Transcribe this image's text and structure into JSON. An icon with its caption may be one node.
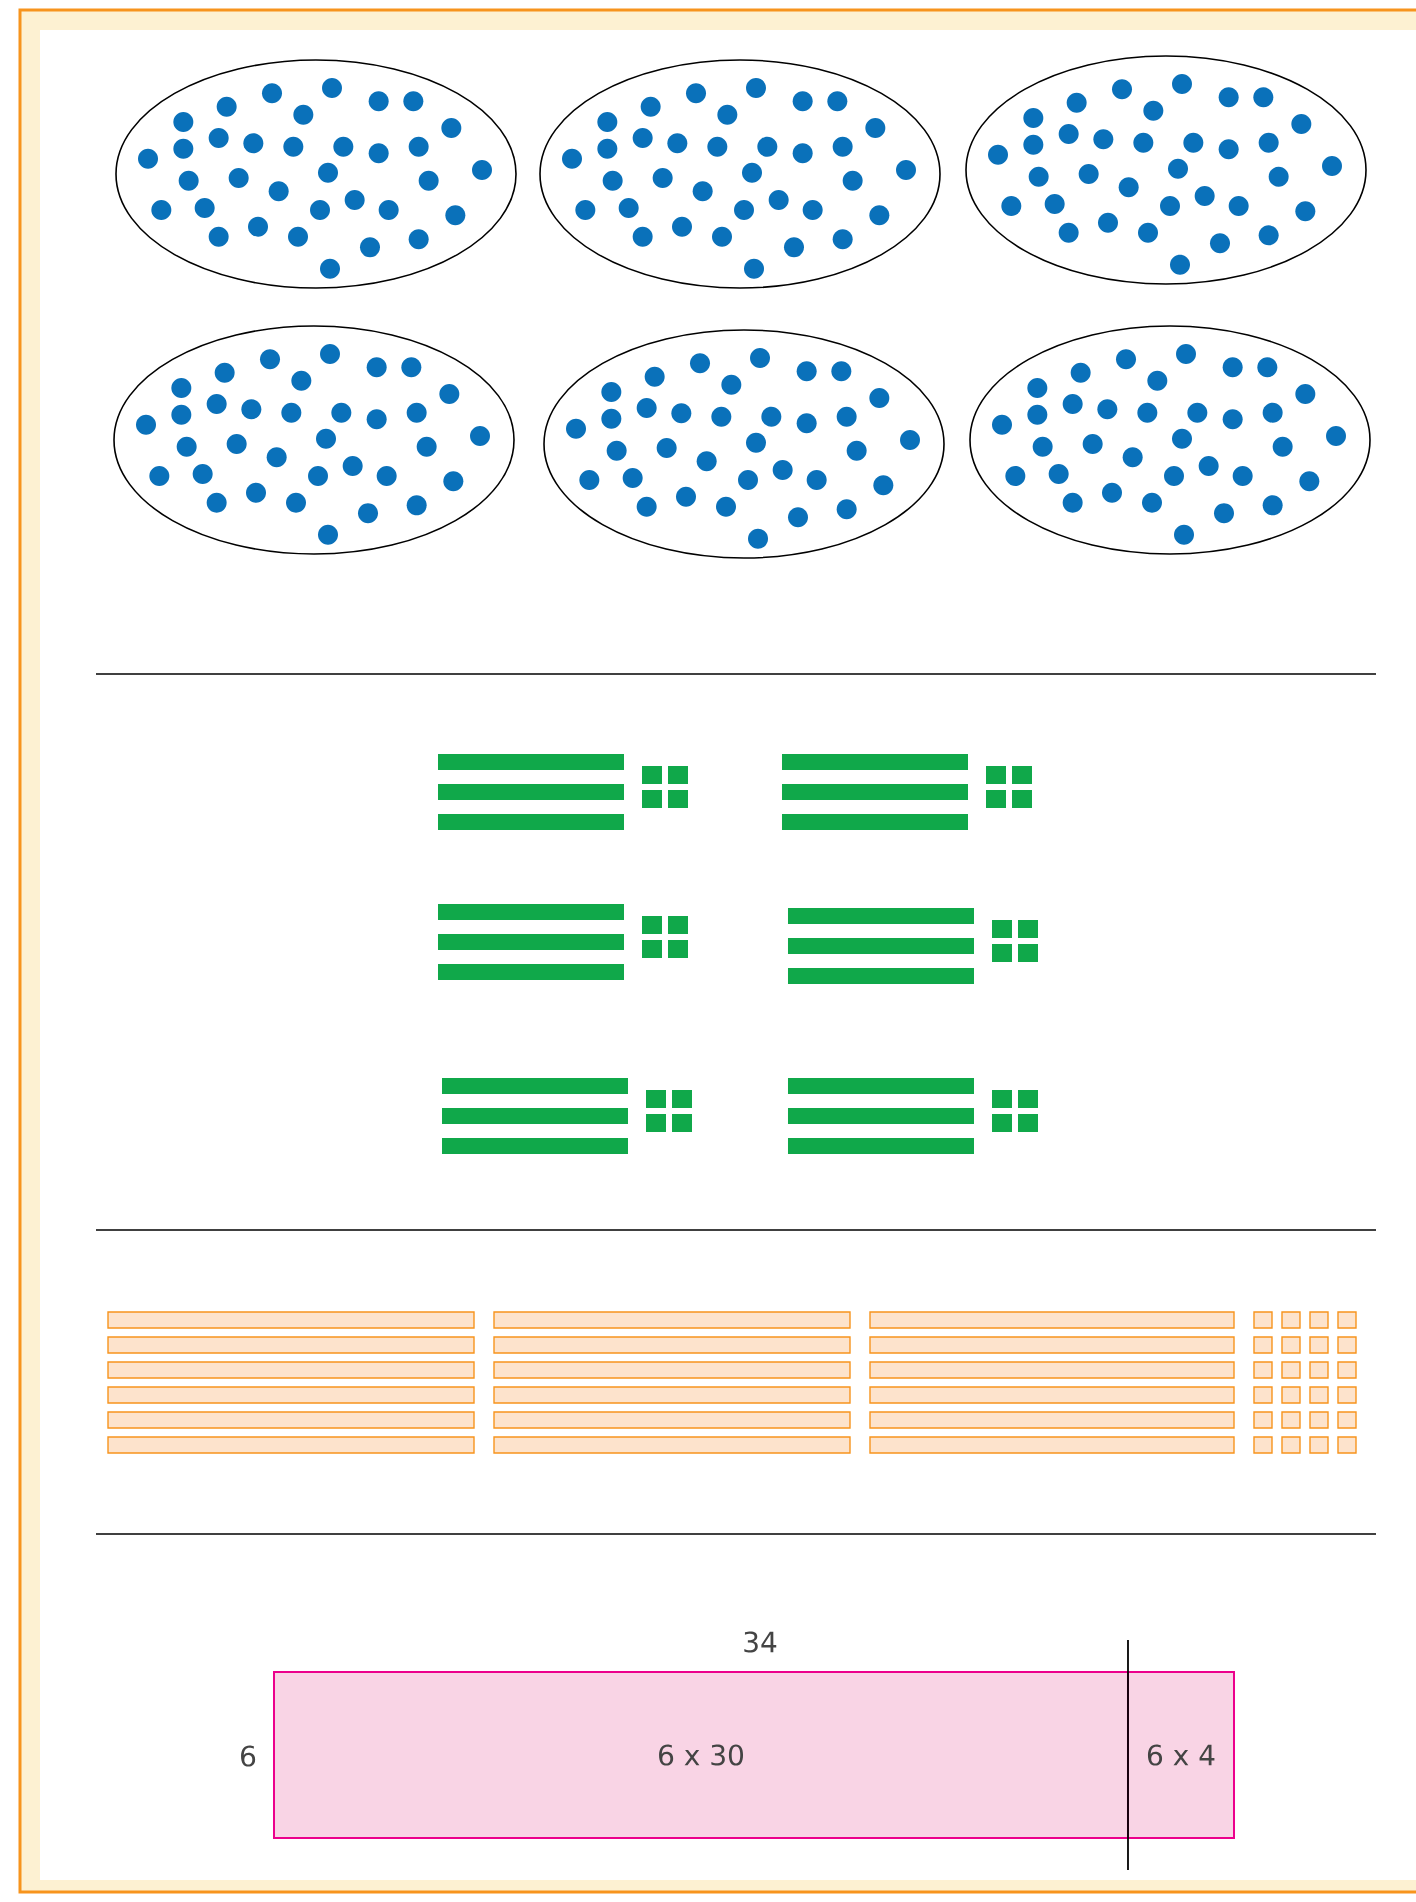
{
  "diagram": {
    "nodes": [
      {
        "text": [
          "6 x 30"
        ]
      },
      {
        "text": [
          "6 x 4"
        ]
      }
    ],
    "labels": [
      "34",
      "6"
    ]
  }
}
